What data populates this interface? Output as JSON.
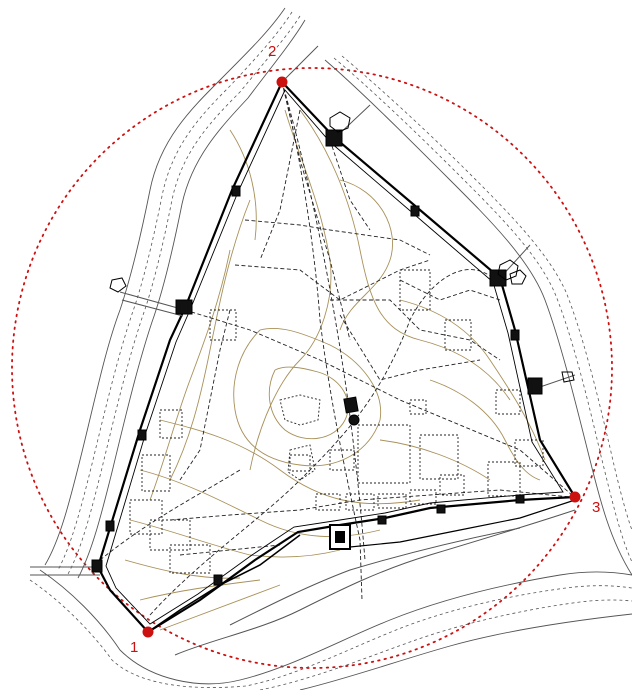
{
  "diagram": {
    "vertices": [
      {
        "label": "1",
        "color": "#cc1111"
      },
      {
        "label": "2",
        "color": "#cc1111"
      },
      {
        "label": "3",
        "color": "#cc1111"
      }
    ],
    "circumcircle": {
      "style": "dotted",
      "color": "#cc1111"
    },
    "contour_color": "#a8915a",
    "wall_color": "#000000",
    "road_color": "#555555"
  }
}
